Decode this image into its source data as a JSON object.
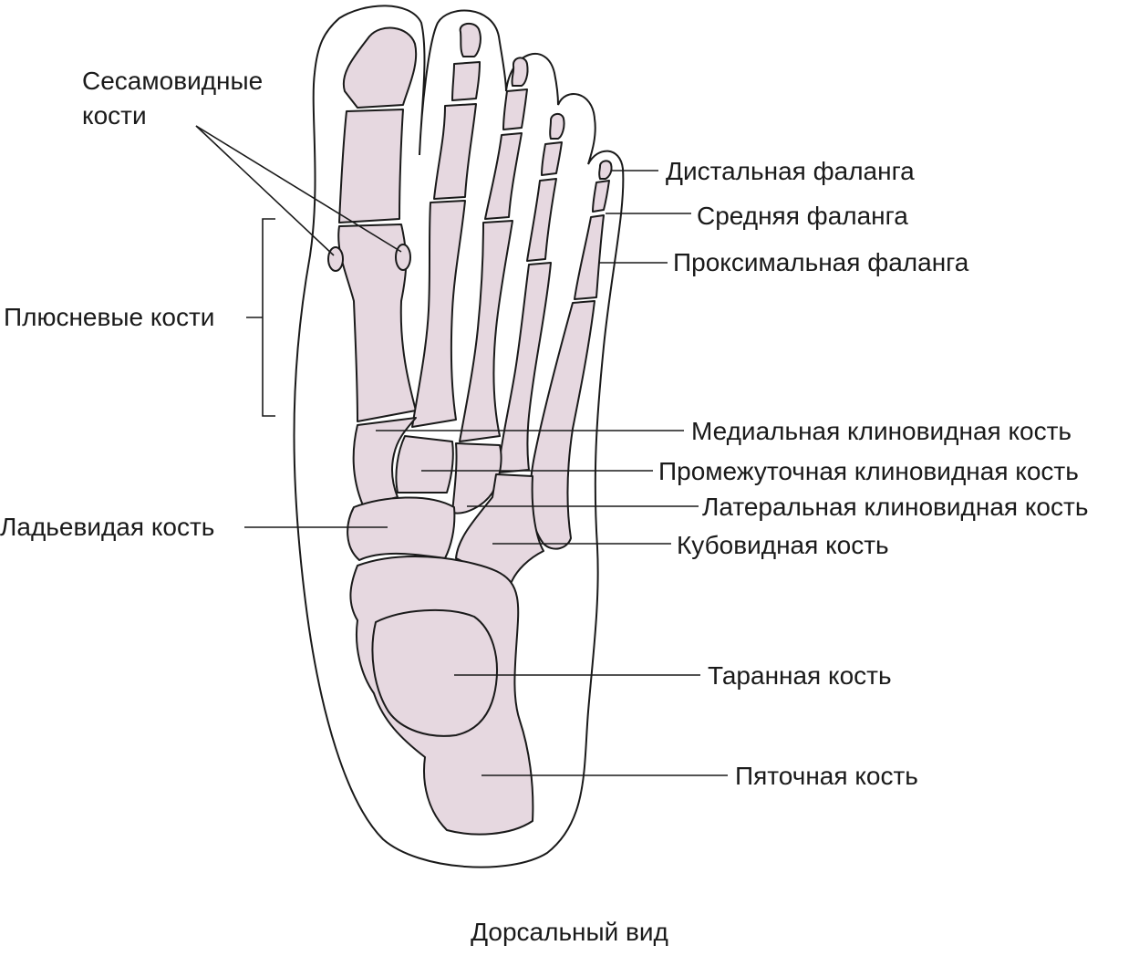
{
  "colors": {
    "bone_fill": "#e6d8e0",
    "outline": "#1a1a1a",
    "background": "#ffffff"
  },
  "labels": {
    "sesamoid_line1": "Сесамовидные",
    "sesamoid_line2": "кости",
    "metatarsals": "Плюсневые кости",
    "navicular": "Ладьевидая кость",
    "distal_phalanx": "Дистальная фаланга",
    "middle_phalanx": "Средняя фаланга",
    "proximal_phalanx": "Проксимальная фаланга",
    "medial_cuneiform": "Медиальная клиновидная кость",
    "intermediate_cuneiform": "Промежуточная клиновидная кость",
    "lateral_cuneiform": "Латеральная клиновидная кость",
    "cuboid": "Кубовидная кость",
    "talus": "Таранная кость",
    "calcaneus": "Пяточная кость"
  },
  "caption": "Дорсальный вид"
}
